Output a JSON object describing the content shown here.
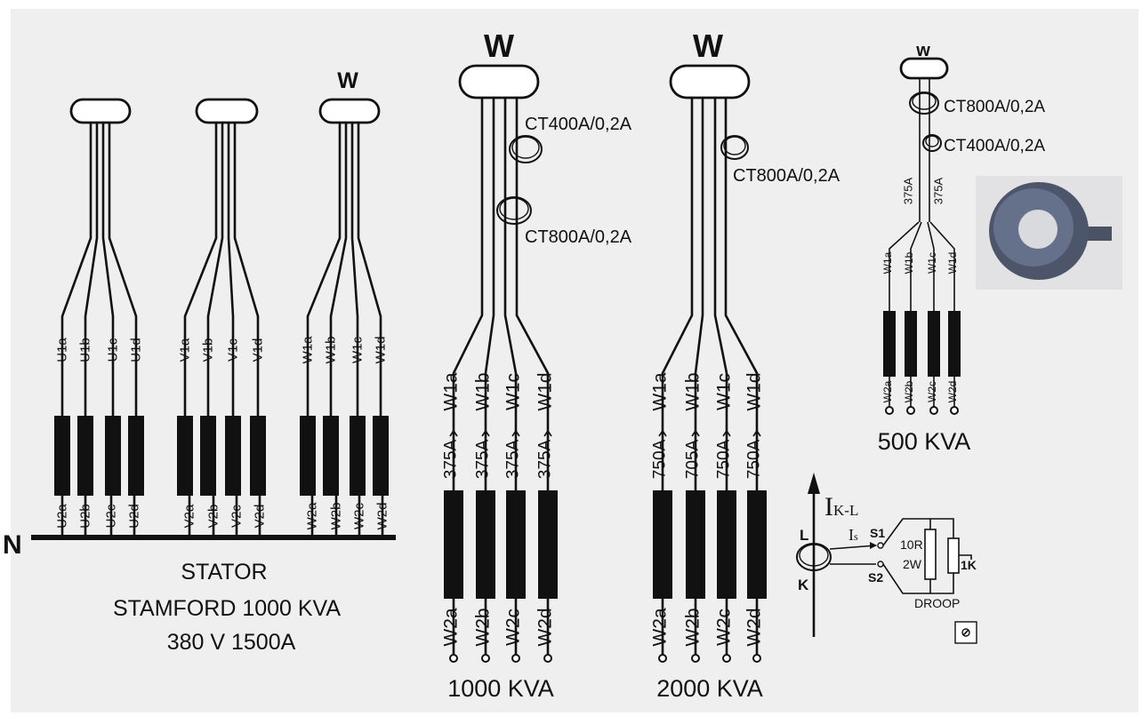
{
  "w_labels": [
    "W",
    "W",
    "W",
    "w"
  ],
  "stator": {
    "groups": [
      {
        "top": [
          "U1a",
          "U1b",
          "U1c",
          "U1d"
        ],
        "bottom": [
          "U2a",
          "U2b",
          "U2c",
          "U2d"
        ]
      },
      {
        "top": [
          "V1a",
          "V1b",
          "V1c",
          "V1d"
        ],
        "bottom": [
          "V2a",
          "V2b",
          "V2c",
          "V2d"
        ]
      },
      {
        "top": [
          "W1a",
          "W1b",
          "W1c",
          "W1d"
        ],
        "bottom": [
          "W2a",
          "W2b",
          "W2c",
          "W2d"
        ]
      }
    ],
    "caption": [
      "STATOR",
      "STAMFORD 1000 KVA",
      "380 V  1500A"
    ],
    "edge_letter": "N"
  },
  "kva1000": {
    "ct": [
      "CT400A/0,2A",
      "CT800A/0,2A"
    ],
    "top": [
      "W1a",
      "W1b",
      "W1c",
      "W1d"
    ],
    "currents": [
      "375A",
      "375A",
      "375A",
      "375A"
    ],
    "bottom": [
      "W2a",
      "W2b",
      "W2c",
      "W2d"
    ],
    "caption": "1000 KVA"
  },
  "kva2000": {
    "ct": [
      "CT800A/0,2A"
    ],
    "top": [
      "W1a",
      "W1b",
      "W1c",
      "W1d"
    ],
    "currents": [
      "750A",
      "705A",
      "750A",
      "750A"
    ],
    "bottom": [
      "W2a",
      "W2b",
      "W2c",
      "W2d"
    ],
    "caption": "2000 KVA"
  },
  "kva500": {
    "ct": [
      "CT800A/0,2A",
      "CT400A/0,2A"
    ],
    "currents": [
      "375A",
      "375A"
    ],
    "top": [
      "W1a",
      "W1b",
      "W1c",
      "W1d"
    ],
    "bottom": [
      "W2a",
      "W2b",
      "W2c",
      "W2d"
    ],
    "caption": "500 KVA"
  },
  "droop": {
    "ik_main": "I",
    "ik_sub": "K-L",
    "L": "L",
    "K": "K",
    "is_main": "I",
    "is_sub": "s",
    "S1": "S1",
    "S2": "S2",
    "r1": "10R",
    "r2": "2W",
    "pot": "1K",
    "label": "DROOP"
  }
}
